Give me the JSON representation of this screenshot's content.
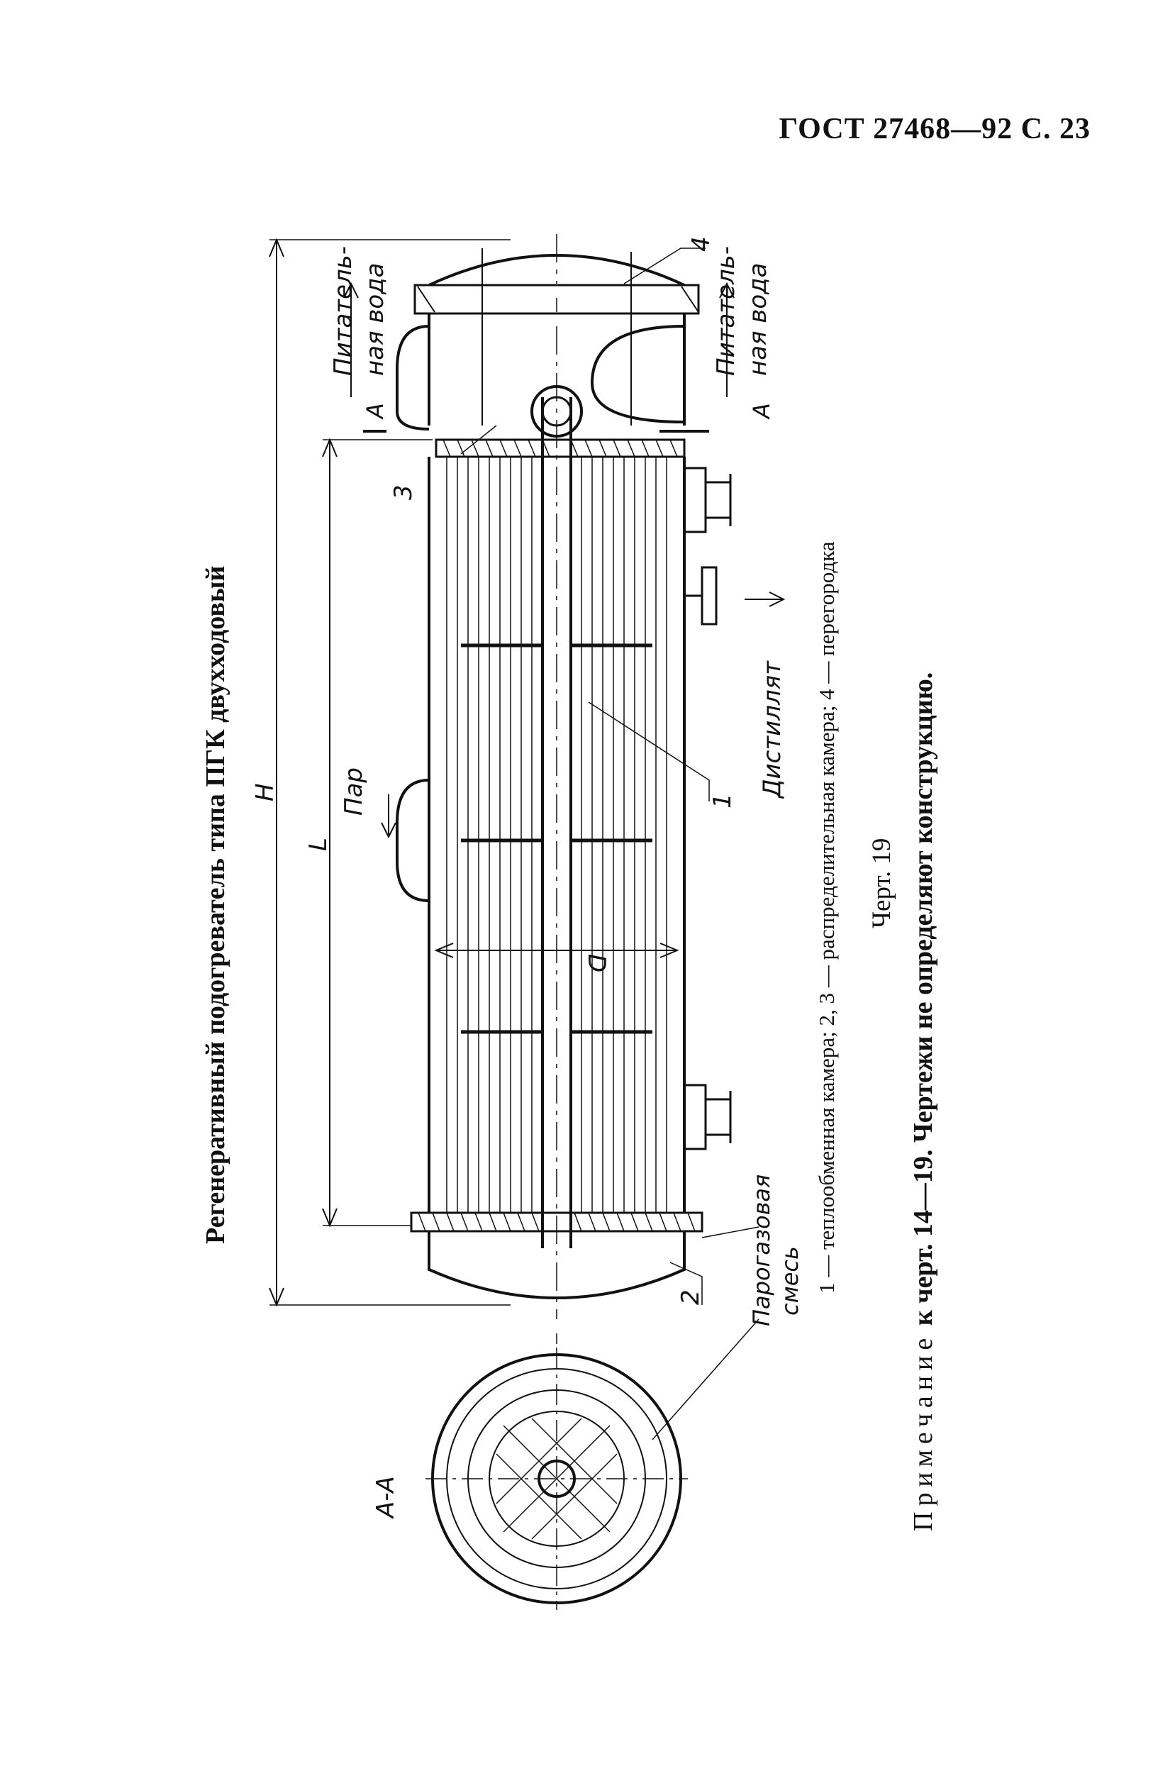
{
  "header": {
    "standard": "ГОСТ 27468—92 С. 23"
  },
  "title": "Регенеративный подогреватель типа ПГК двухходовый",
  "drawing": {
    "labels": {
      "dim_H": "H",
      "dim_L": "L",
      "dim_D": "D",
      "steam": "Пар",
      "feed_water_top_1": "Питатель-",
      "feed_water_top_2": "ная вода",
      "feed_water_bottom_1": "Питатель-",
      "feed_water_bottom_2": "ная вода",
      "distillate": "Дистиллят",
      "mixture_1": "Парогазовая",
      "mixture_2": "смесь",
      "section": "А-А",
      "section_mark_top": "А",
      "section_mark_bottom": "А",
      "pos_1": "1",
      "pos_2": "2",
      "pos_3": "3",
      "pos_4": "4"
    }
  },
  "legend": "1 — теплообменная камера; 2, 3 — распределительная камера; 4 — перегородка",
  "figure_caption": "Черт. 19",
  "note": {
    "label": "Примечание",
    "text": "к черт. 14—19. Чертежи не определяют конструкцию."
  }
}
